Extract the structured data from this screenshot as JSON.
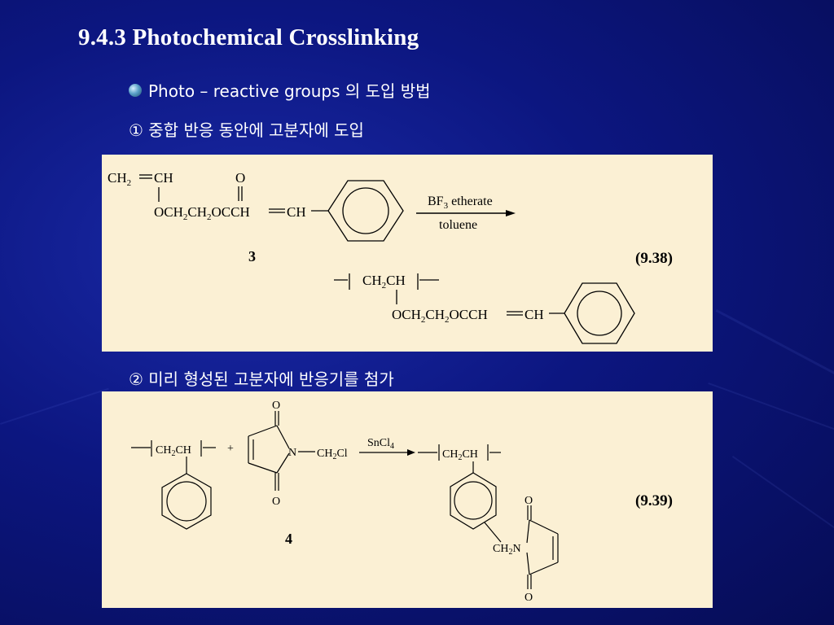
{
  "slide": {
    "title": "9.4.3  Photochemical Crosslinking",
    "bullet": "Photo – reactive groups 의 도입 방법",
    "item1": "① 중합 반응 동안에 고분자에 도입",
    "item2": "② 미리 형성된 고분자에 반응기를 첨가"
  },
  "reaction1": {
    "reactant_top": [
      "CH",
      "2",
      "CH",
      "O"
    ],
    "reactant_chain": [
      "OCH",
      "2",
      "CH",
      "2",
      "OCCH",
      "CH"
    ],
    "compound_number": "3",
    "reagent": [
      "BF",
      "3",
      " etherate"
    ],
    "solvent": "toluene",
    "equation_number": "(9.38)",
    "product_backbone": [
      "CH",
      "2",
      "CH"
    ],
    "product_chain": [
      "OCH",
      "2",
      "CH",
      "2",
      "OCCH",
      "CH"
    ]
  },
  "reaction2": {
    "polymer_left": [
      "CH",
      "2",
      "CH"
    ],
    "plus": "+",
    "maleimide_o_top": "O",
    "maleimide_o_bottom": "O",
    "maleimide_n": "N",
    "substituent": [
      "CH",
      "2",
      "Cl"
    ],
    "reagent": [
      "SnCl",
      "4"
    ],
    "polymer_right": [
      "CH",
      "2",
      "CH"
    ],
    "product_o_top": "O",
    "product_o_bottom": "O",
    "product_link": [
      "CH",
      "2",
      "N"
    ],
    "compound_number": "4",
    "equation_number": "(9.39)"
  },
  "colors": {
    "background": "#0c1680",
    "panel": "#fbf0d4",
    "text_on_background": "#ffffff"
  }
}
